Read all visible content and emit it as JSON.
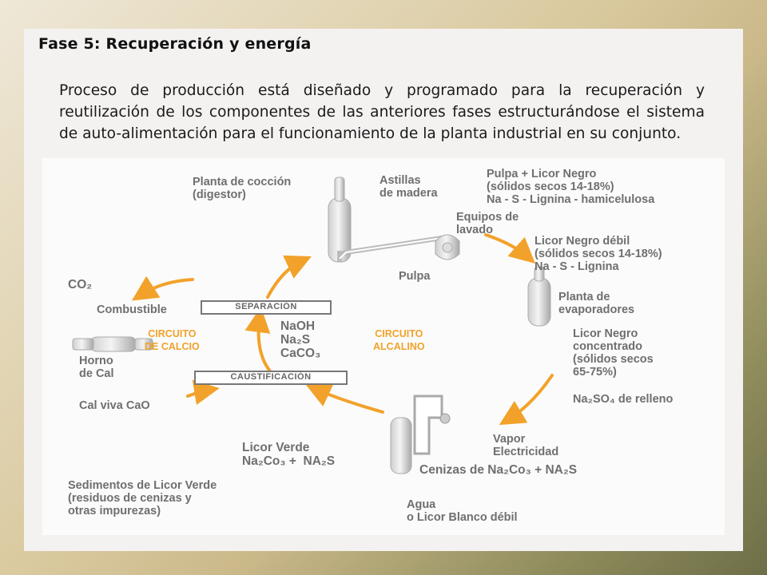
{
  "slide": {
    "title": "Fase 5: Recuperación y energía",
    "body": "Proceso de producción está diseñado y programado para la recuperación y reutilización de los componentes de las anteriores fases estructurándose el sistema de auto-alimentación para el funcionamiento de la planta industrial en su conjunto."
  },
  "diagram": {
    "planta_coccion": "Planta de cocción\n(digestor)",
    "astillas": "Astillas\nde madera",
    "pulpa_licor": "Pulpa + Licor Negro\n(sólidos secos 14-18%)\nNa - S - Lignina - hamicelulosa",
    "equipos_lavado": "Equipos de\nlavado",
    "pulpa": "Pulpa",
    "licor_debil": "Licor Negro débil\n(sólidos secos 14-18%)\nNa - S - Lignina",
    "planta_evap": "Planta de\nevaporadores",
    "licor_conc": "Licor Negro\nconcentrado\n(sólidos secos\n65-75%)",
    "na2so4": "Na₂SO₄ de relleno",
    "vapor": "Vapor\nElectricidad",
    "cenizas": "Cenizas de Na₂Co₃ +  NA₂S",
    "agua": "Agua\no Licor Blanco débil",
    "sedimentos": "Sedimentos de Licor Verde\n(residuos de cenizas y\notras impurezas)",
    "licor_verde": "Licor Verde\nNa₂Co₃ +  NA₂S",
    "cal_viva": "Cal viva CaO",
    "horno": "Horno\nde Cal",
    "co2": "CO₂",
    "combustible": "Combustible",
    "separacion": "SEPARACIÓN",
    "caustificacion": "CAUSTIFICACIÓN",
    "quimicos": "NaOH\nNa₂S\nCaCO₃",
    "circuito_calcio": "CIRCUITO\nDE CALCIO",
    "circuito_alcalino": "CIRCUITO\nALCALINO"
  },
  "colors": {
    "arrow": "#f2a22a",
    "equipment": "#9a9a9a"
  }
}
